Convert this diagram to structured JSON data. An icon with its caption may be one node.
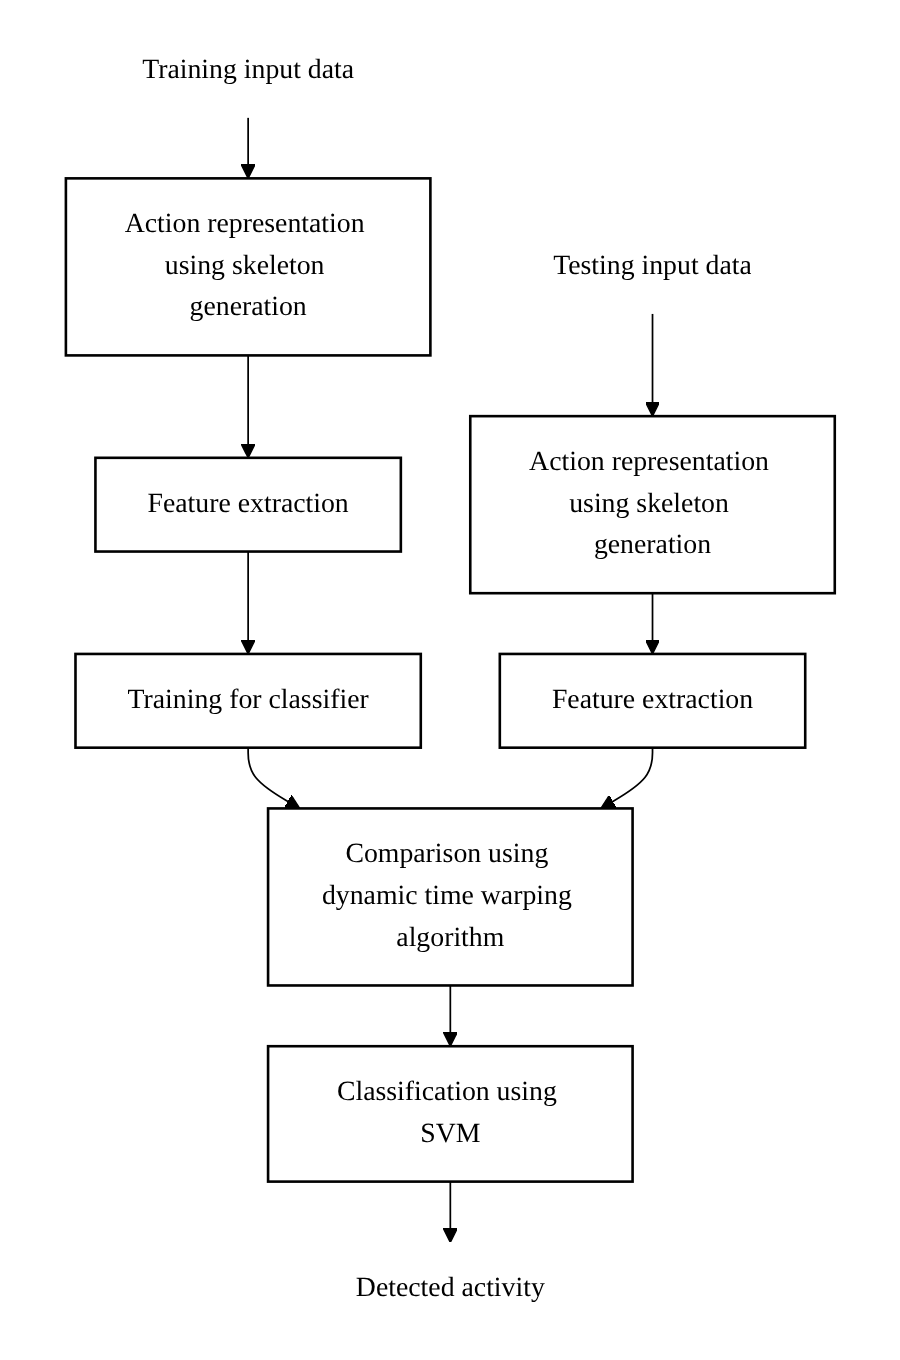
{
  "diagram": {
    "nodes": [
      {
        "text": [
          "Training input data"
        ]
      },
      {
        "text": [
          "Action representation using skeleton generation"
        ]
      },
      {
        "text": [
          "Feature extraction"
        ]
      },
      {
        "text": [
          "Training for classifier"
        ]
      },
      {
        "text": [
          "Testing input data"
        ]
      },
      {
        "text": [
          "Action representation using skeleton generation"
        ]
      },
      {
        "text": [
          "Feature extraction"
        ]
      },
      {
        "text": [
          "Comparison using dynamic time warping algorithm"
        ]
      },
      {
        "text": [
          "Classification using SVM"
        ]
      },
      {
        "text": [
          "Detected activity"
        ]
      }
    ],
    "edges": [
      {
        "from": 0,
        "to": 1,
        "arrow": "to"
      },
      {
        "from": 1,
        "to": 2,
        "arrow": "to"
      },
      {
        "from": 2,
        "to": 3,
        "arrow": "to"
      },
      {
        "from": 3,
        "to": 7,
        "arrow": "to"
      },
      {
        "from": 4,
        "to": 5,
        "arrow": "to"
      },
      {
        "from": 5,
        "to": 6,
        "arrow": "to"
      },
      {
        "from": 6,
        "to": 7,
        "arrow": "to"
      },
      {
        "from": 7,
        "to": 8,
        "arrow": "to"
      },
      {
        "from": 8,
        "to": 9,
        "arrow": "to"
      }
    ]
  }
}
